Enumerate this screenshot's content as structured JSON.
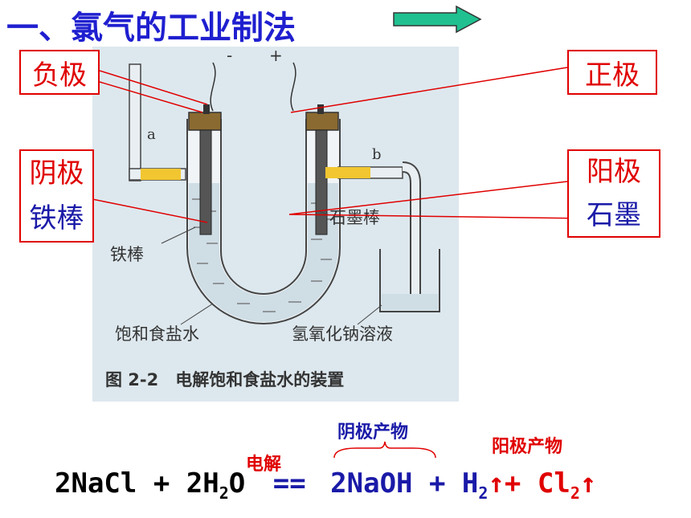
{
  "title": "一、氯气的工业制法",
  "colors": {
    "title": "#1f1fd0",
    "red": "#e00000",
    "blue": "#1a1aa8",
    "arrow": "#20c090"
  },
  "labels": {
    "negative": "负极",
    "positive": "正极",
    "cathode": "阴极",
    "iron_rod": "铁棒",
    "anode": "阳极",
    "graphite": "石墨"
  },
  "figure": {
    "minus": "-",
    "plus": "+",
    "a": "a",
    "b": "b",
    "iron_rod": "铁棒",
    "graphite_rod": "石墨棒",
    "brine": "饱和食盐水",
    "naoh_solution": "氢氧化钠溶液",
    "caption": "图 2-2　电解饱和食盐水的装置"
  },
  "equation": {
    "left": "2NaCl + 2H",
    "left_sub": "2",
    "left_o": "O",
    "condition": "电解",
    "sign": "==",
    "naoh": "2NaOH + H",
    "h_sub": "2",
    "arrow1": "↑",
    "plus": "+",
    "cl": "Cl",
    "cl_sub": "2",
    "arrow2": "↑"
  },
  "products": {
    "cathode_products": "阴极产物",
    "anode_products": "阳极产物"
  }
}
